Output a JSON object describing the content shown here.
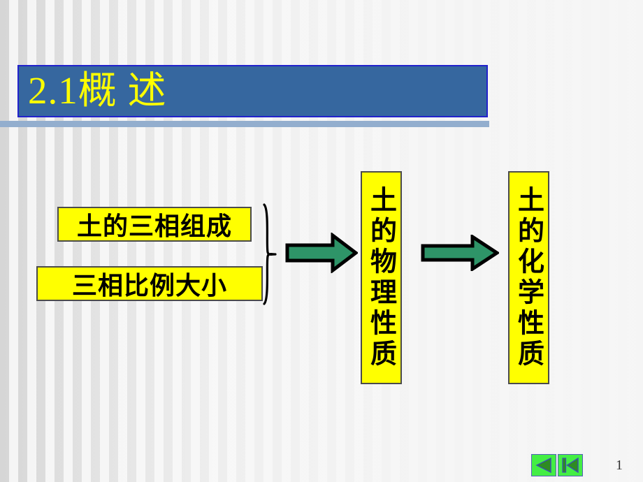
{
  "slide": {
    "title": "2.1概 述",
    "page_number": "1"
  },
  "diagram": {
    "inputs": [
      {
        "id": "composition",
        "label": "土的三相组成",
        "orientation": "horizontal"
      },
      {
        "id": "proportion",
        "label": "三相比例大小",
        "orientation": "horizontal"
      }
    ],
    "outputs": [
      {
        "id": "physical",
        "label": "土的物理性质",
        "orientation": "vertical"
      },
      {
        "id": "chemical",
        "label": "土的化学性质",
        "orientation": "vertical"
      }
    ],
    "connectors": [
      {
        "id": "brace",
        "kind": "curly-brace"
      },
      {
        "id": "arrow-1",
        "kind": "right-arrow"
      },
      {
        "id": "arrow-2",
        "kind": "right-arrow"
      }
    ]
  },
  "nav": {
    "previous_icon": "triangle-left-icon",
    "first_icon": "triangle-left-bar-icon"
  },
  "colors": {
    "title_bar": "#36679f",
    "title_bar_border": "#2222cc",
    "title_text": "#ffff00",
    "underline": "#93aece",
    "box_fill": "#ffff00",
    "box_border": "#4b4b4b",
    "arrow_fill": "#2e9468",
    "arrow_stroke": "#000000",
    "nav_button": "#44ee44",
    "background": "#f2f2f2"
  }
}
